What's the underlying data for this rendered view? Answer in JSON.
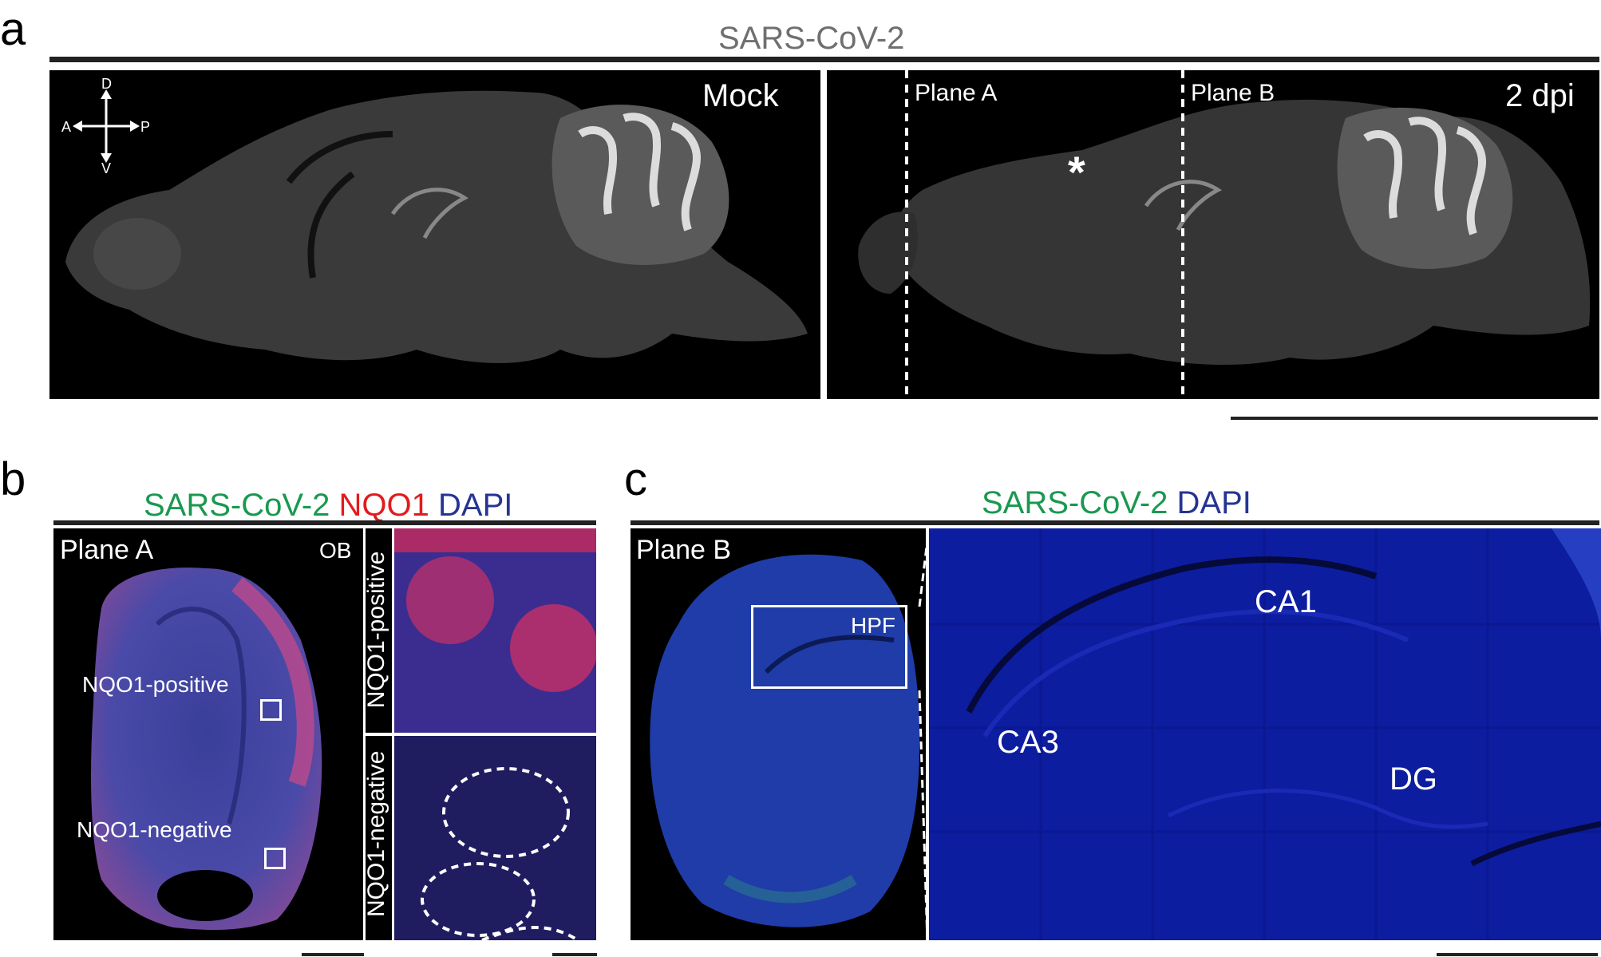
{
  "panel_a": {
    "letter": "a",
    "header": "SARS-CoV-2",
    "header_color": "#6f6f6f",
    "mock_label": "Mock",
    "dpi_label": "2 dpi",
    "plane_a_label": "Plane A",
    "plane_b_label": "Plane B",
    "asterisk": "*",
    "axes": {
      "d": "D",
      "v": "V",
      "a": "A",
      "p": "P"
    }
  },
  "panel_b": {
    "letter": "b",
    "header": {
      "virus": "SARS-CoV-2",
      "marker": "NQO1",
      "stain": "DAPI"
    },
    "colors": {
      "virus": "#1a9850",
      "marker": "#e31a1c",
      "stain": "#253494"
    },
    "plane_label": "Plane A",
    "ob_label": "OB",
    "positive_label": "NQO1-positive",
    "negative_label": "NQO1-negative",
    "inset_top_label": "NQO1-positive",
    "inset_bottom_label": "NQO1-negative"
  },
  "panel_c": {
    "letter": "c",
    "header": {
      "virus": "SARS-CoV-2",
      "stain": "DAPI"
    },
    "colors": {
      "virus": "#1a9850",
      "stain": "#253494"
    },
    "plane_label": "Plane B",
    "hpf_label": "HPF",
    "ca1_label": "CA1",
    "ca3_label": "CA3",
    "dg_label": "DG"
  }
}
